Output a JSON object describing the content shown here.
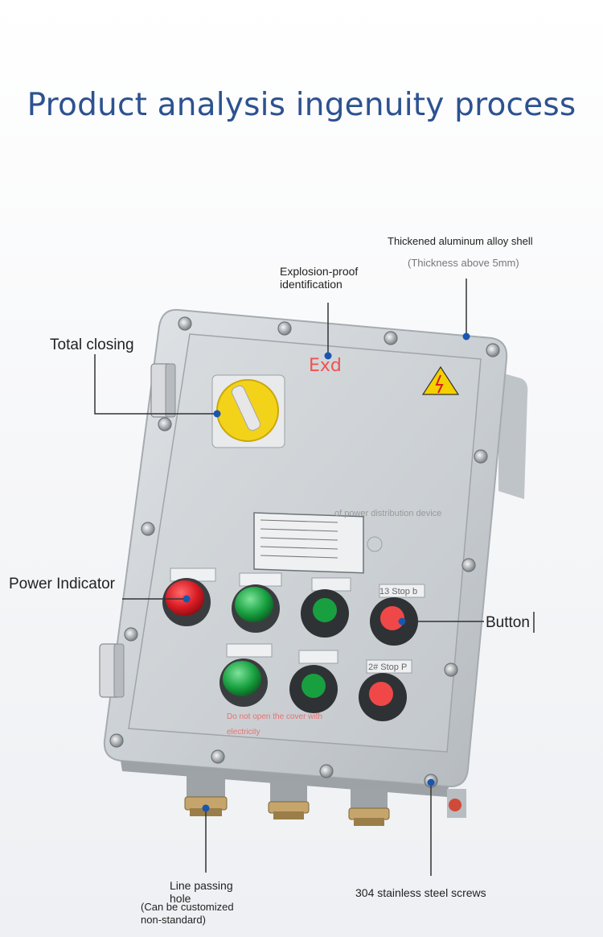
{
  "title": "Product analysis ingenuity process",
  "labels": {
    "total_closing": "Total closing",
    "explosion_proof_line1": "Explosion-proof",
    "explosion_proof_line2": "identification",
    "shell_title": "Thickened aluminum alloy shell",
    "shell_note": "(Thickness above 5mm)",
    "power_indicator": "Power Indicator",
    "button": "Button",
    "line_hole_line1": "Line passing",
    "line_hole_line2": "hole",
    "line_hole_note1": "(Can be customized",
    "line_hole_note2": "non-standard)",
    "screws": "304 stainless steel screws"
  },
  "device": {
    "exd_mark": "Exd",
    "nameplate_caption": "of power distribution device",
    "stop_label_top": "13 Stop b",
    "stop_label_bottom": "2# Stop P",
    "warning_text": "Do not open the cover with",
    "warning_text2": "electricity"
  },
  "colors": {
    "title": "#2c5290",
    "callout_dot": "#1a56b0",
    "indicator_red": "#d81b23",
    "indicator_green": "#18a040",
    "switch_yellow": "#f3d21a",
    "enclosure": "#c9cdd1"
  }
}
